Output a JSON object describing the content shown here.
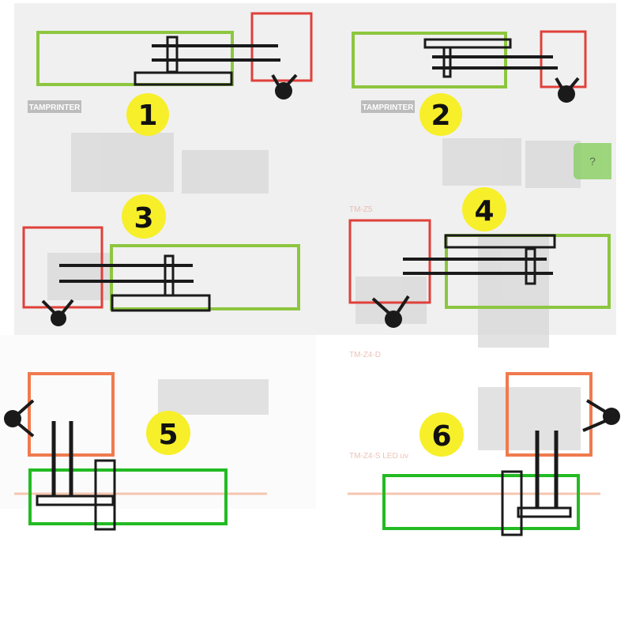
{
  "diagram": {
    "steps": [
      {
        "number": "1",
        "id": "step-1"
      },
      {
        "number": "2",
        "id": "step-2"
      },
      {
        "number": "3",
        "id": "step-3"
      },
      {
        "number": "4",
        "id": "step-4"
      },
      {
        "number": "5",
        "id": "step-5"
      },
      {
        "number": "6",
        "id": "step-6"
      }
    ],
    "background_brand": "TAMPRINTER",
    "background_captions": [
      "TM-Z5",
      "TM-Z4-D",
      "TM-Z4-S LED uv"
    ]
  },
  "help_tab": {
    "label": "?"
  },
  "colors": {
    "lime_box": "#8dc63f",
    "red_box": "#e0403a",
    "orange_box": "#f07a4e",
    "green_box": "#22bb22",
    "bar": "#1a1a1a",
    "badge": "#f7ef2a",
    "photo_bg": "#f0f0f0"
  }
}
